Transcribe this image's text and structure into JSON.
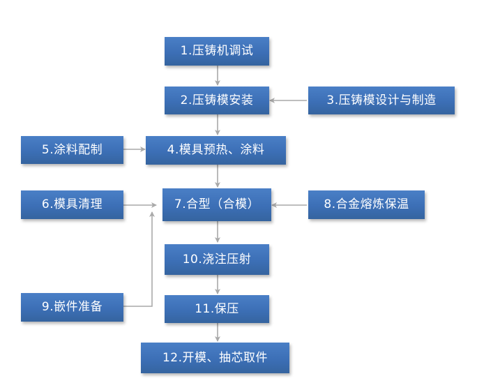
{
  "diagram": {
    "type": "flowchart",
    "colors": {
      "node_fill": "#3f72b8",
      "node_text": "#ffffff",
      "connector": "#a9a9a9"
    },
    "nodes": {
      "n1": "1.压铸机调试",
      "n2": "2.压铸模安装",
      "n3": "3.压铸模设计与制造",
      "n4": "4.模具预热、涂料",
      "n5": "5.涂料配制",
      "n6": "6.模具清理",
      "n7": "7.合型（合模）",
      "n8": "8.合金熔炼保温",
      "n9": "9.嵌件准备",
      "n10": "10.浇注压射",
      "n11": "11.保压",
      "n12": "12.开模、抽芯取件"
    },
    "edges": [
      {
        "from": "n1",
        "to": "n2"
      },
      {
        "from": "n3",
        "to": "n2"
      },
      {
        "from": "n2",
        "to": "n4"
      },
      {
        "from": "n5",
        "to": "n4"
      },
      {
        "from": "n4",
        "to": "n7"
      },
      {
        "from": "n6",
        "to": "n7"
      },
      {
        "from": "n8",
        "to": "n7"
      },
      {
        "from": "n9",
        "to": "n7"
      },
      {
        "from": "n7",
        "to": "n10"
      },
      {
        "from": "n10",
        "to": "n11"
      },
      {
        "from": "n11",
        "to": "n12"
      }
    ]
  }
}
